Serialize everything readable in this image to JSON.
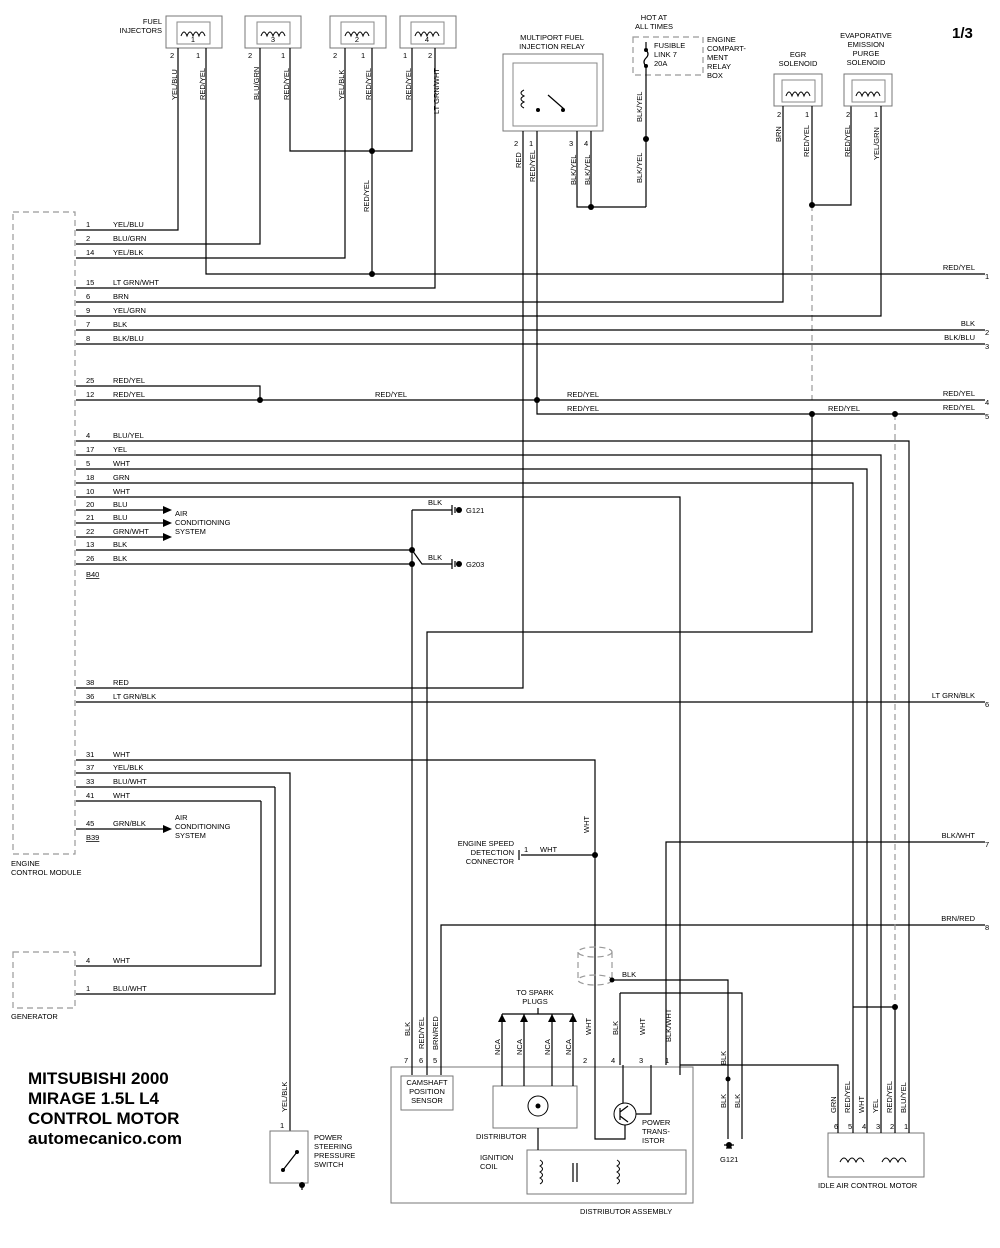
{
  "page_number": "1/3",
  "title": {
    "line1": "MITSUBISHI 2000",
    "line2": "MIRAGE 1.5L L4",
    "line3": "CONTROL MOTOR",
    "line4": "automecanico.com"
  },
  "components": {
    "fuel_injectors": "FUEL\nINJECTORS",
    "injector_nums": [
      "1",
      "3",
      "2",
      "4"
    ],
    "mfi_relay": "MULTIPORT FUEL\nINJECTION RELAY",
    "hot_at_all_times": "HOT AT\nALL TIMES",
    "fusible_link": "FUSIBLE\nLINK 7\n20A",
    "relay_box": "ENGINE\nCOMPART-\nMENT\nRELAY\nBOX",
    "egr": "EGR\nSOLENOID",
    "evap": "EVAPORATIVE\nEMISSION\nPURGE\nSOLENOID",
    "ecm": "ENGINE\nCONTROL MODULE",
    "generator": "GENERATOR",
    "ac_system_1": "AIR\nCONDITIONING\nSYSTEM",
    "ac_system_2": "AIR\nCONDITIONING\nSYSTEM",
    "g121": "G121",
    "g203": "G203",
    "g121_bottom": "G121",
    "speed_connector": "ENGINE SPEED\nDETECTION\nCONNECTOR",
    "to_spark_plugs": "TO SPARK\nPLUGS",
    "camshaft_sensor": "CAMSHAFT\nPOSITION\nSENSOR",
    "distributor": "DISTRIBUTOR",
    "power_transistor": "POWER\nTRANS-\nISTOR",
    "ignition_coil": "IGNITION\nCOIL",
    "distributor_assembly": "DISTRIBUTOR ASSEMBLY",
    "ps_switch": "POWER\nSTEERING\nPRESSURE\nSWITCH",
    "iac_motor": "IDLE AIR CONTROL MOTOR",
    "connector_b40": "B40",
    "connector_b39": "B39"
  },
  "ecm_pins": [
    {
      "pin": "1",
      "color": "YEL/BLU"
    },
    {
      "pin": "2",
      "color": "BLU/GRN"
    },
    {
      "pin": "14",
      "color": "YEL/BLK"
    },
    {
      "pin": "15",
      "color": "LT GRN/WHT"
    },
    {
      "pin": "6",
      "color": "BRN"
    },
    {
      "pin": "9",
      "color": "YEL/GRN"
    },
    {
      "pin": "7",
      "color": "BLK"
    },
    {
      "pin": "8",
      "color": "BLK/BLU"
    },
    {
      "pin": "25",
      "color": "RED/YEL"
    },
    {
      "pin": "12",
      "color": "RED/YEL"
    },
    {
      "pin": "4",
      "color": "BLU/YEL"
    },
    {
      "pin": "17",
      "color": "YEL"
    },
    {
      "pin": "5",
      "color": "WHT"
    },
    {
      "pin": "18",
      "color": "GRN"
    },
    {
      "pin": "10",
      "color": "WHT"
    },
    {
      "pin": "20",
      "color": "BLU"
    },
    {
      "pin": "21",
      "color": "BLU"
    },
    {
      "pin": "22",
      "color": "GRN/WHT"
    },
    {
      "pin": "13",
      "color": "BLK"
    },
    {
      "pin": "26",
      "color": "BLK"
    },
    {
      "pin": "38",
      "color": "RED"
    },
    {
      "pin": "36",
      "color": "LT GRN/BLK"
    },
    {
      "pin": "31",
      "color": "WHT"
    },
    {
      "pin": "37",
      "color": "YEL/BLK"
    },
    {
      "pin": "33",
      "color": "BLU/WHT"
    },
    {
      "pin": "41",
      "color": "WHT"
    },
    {
      "pin": "45",
      "color": "GRN/BLK"
    }
  ],
  "generator_pins": [
    {
      "pin": "4",
      "color": "WHT"
    },
    {
      "pin": "1",
      "color": "BLU/WHT"
    }
  ],
  "right_connections": [
    {
      "num": "1",
      "color": "RED/YEL"
    },
    {
      "num": "2",
      "color": "BLK"
    },
    {
      "num": "3",
      "color": "BLK/BLU"
    },
    {
      "num": "4",
      "color": "RED/YEL"
    },
    {
      "num": "5",
      "color": "RED/YEL"
    },
    {
      "num": "6",
      "color": "LT GRN/BLK"
    },
    {
      "num": "7",
      "color": "BLK/WHT"
    },
    {
      "num": "8",
      "color": "BRN/RED"
    }
  ],
  "vertical_wire_labels": {
    "inj1": [
      "YEL/BLU",
      "RED/YEL"
    ],
    "inj3": [
      "BLU/GRN",
      "RED/YEL"
    ],
    "inj2": [
      "YEL/BLK",
      "RED/YEL"
    ],
    "inj4": [
      "RED/YEL",
      "LT GRN/WHT"
    ],
    "inj_common": "RED/YEL",
    "relay": [
      "RED",
      "RED/YEL",
      "BLK/YEL",
      "BLK/YEL"
    ],
    "fusible": [
      "BLK/YEL",
      "BLK/YEL"
    ],
    "egr": [
      "BRN",
      "RED/YEL"
    ],
    "evap": [
      "RED/YEL",
      "YEL/GRN"
    ],
    "dist": [
      "BLK",
      "RED/YEL",
      "BRN/RED",
      "WHT",
      "BLK",
      "WHT",
      "BLK/WHT"
    ],
    "nca": [
      "NCA",
      "NCA",
      "NCA",
      "NCA"
    ],
    "speed_wht": "WHT",
    "ps_wire": "YEL/BLK",
    "g121_wires": [
      "BLK",
      "BLK",
      "BLK"
    ],
    "iac": [
      "GRN",
      "RED/YEL",
      "WHT",
      "YEL",
      "RED/YEL",
      "BLU/YEL"
    ]
  },
  "misc_labels": {
    "red_yel_mid": "RED/YEL",
    "red_yel_relay_4": "RED/YEL",
    "red_yel_relay_5": "RED/YEL",
    "red_yel_egr_5": "RED/YEL",
    "g121_blk": "BLK",
    "g203_blk": "BLK",
    "speed_wht_h": "WHT",
    "coil_blk": "BLK"
  },
  "pin_numbers": {
    "inj": [
      "2",
      "1",
      "2",
      "1",
      "2",
      "1",
      "1",
      "2"
    ],
    "relay": [
      "2",
      "1",
      "3",
      "4"
    ],
    "egr": [
      "2",
      "1"
    ],
    "evap": [
      "2",
      "1"
    ],
    "dist": [
      "7",
      "6",
      "5",
      "2",
      "4",
      "3",
      "1"
    ],
    "iac": [
      "6",
      "5",
      "4",
      "3",
      "2",
      "1"
    ],
    "speed": "1",
    "ps": "1"
  }
}
